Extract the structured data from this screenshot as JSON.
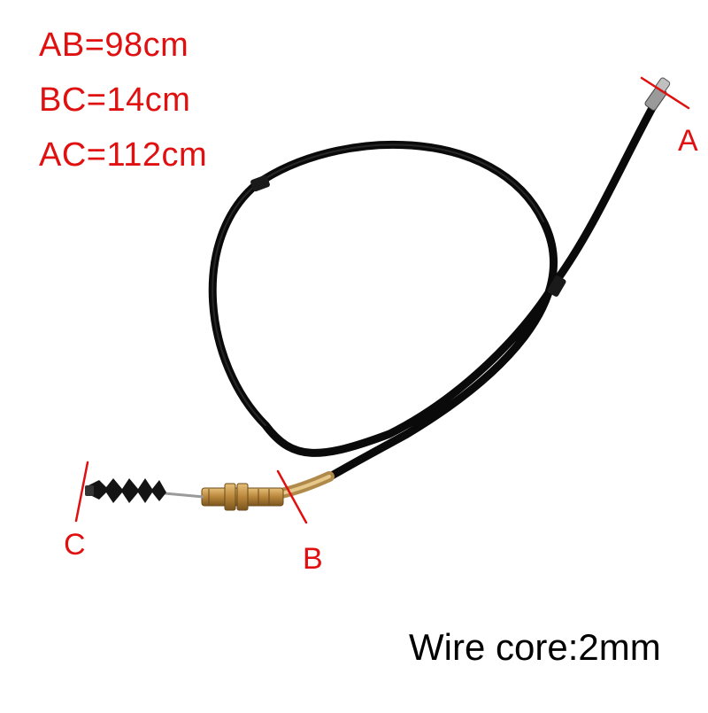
{
  "dimensions": {
    "ab": "AB=98cm",
    "bc": "BC=14cm",
    "ac": "AC=112cm"
  },
  "points": {
    "a": "A",
    "b": "B",
    "c": "C"
  },
  "caption": "Wire core:2mm",
  "colors": {
    "annotation": "#e01010",
    "cable": "#0a0a0a",
    "brass": "#b8863a",
    "boot": "#141414",
    "background": "#ffffff"
  }
}
